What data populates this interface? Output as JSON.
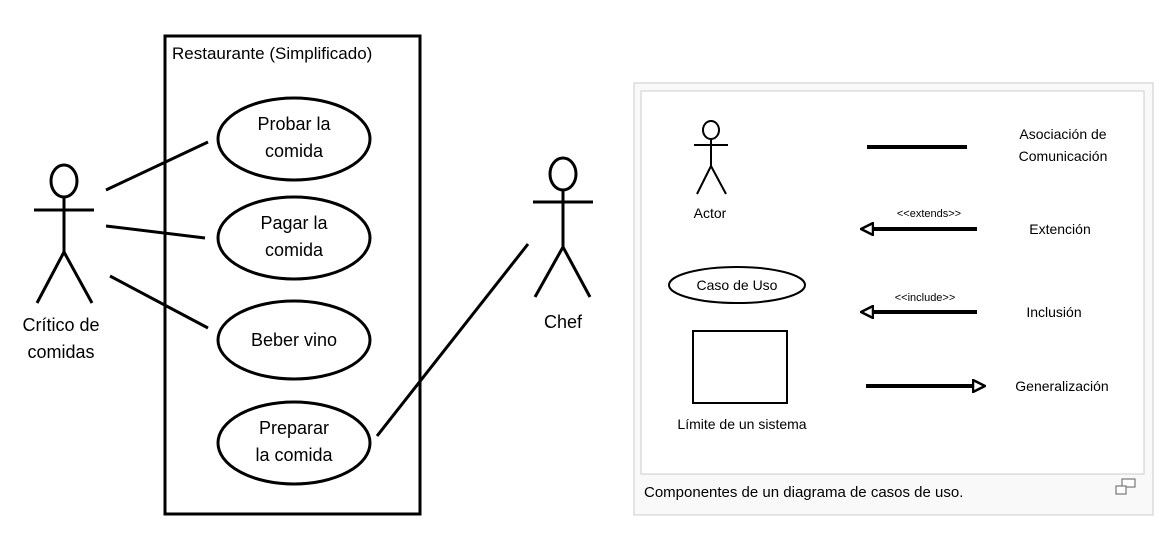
{
  "system": {
    "title": "Restaurante (Simplificado)"
  },
  "actors": {
    "critic": {
      "line1": "Crítico de",
      "line2": "comidas"
    },
    "chef": {
      "label": "Chef"
    }
  },
  "use_cases": {
    "probar": {
      "line1": "Probar la",
      "line2": "comida"
    },
    "pagar": {
      "line1": "Pagar la",
      "line2": "comida"
    },
    "beber": {
      "label": "Beber vino"
    },
    "preparar": {
      "line1": "Preparar",
      "line2": "la comida"
    }
  },
  "legend": {
    "actor_label": "Actor",
    "use_case_label": "Caso de Uso",
    "system_limit_label": "Límite de un sistema",
    "association": {
      "line1": "Asociación de",
      "line2": "Comunicación"
    },
    "extends_stereotype": "<<extends>>",
    "extension_label": "Extención",
    "include_stereotype": "<<include>>",
    "inclusion_label": "Inclusión",
    "generalization_label": "Generalización",
    "caption": "Componentes de un diagrama de casos de uso.",
    "enlarge_icon": "enlarge-icon"
  }
}
